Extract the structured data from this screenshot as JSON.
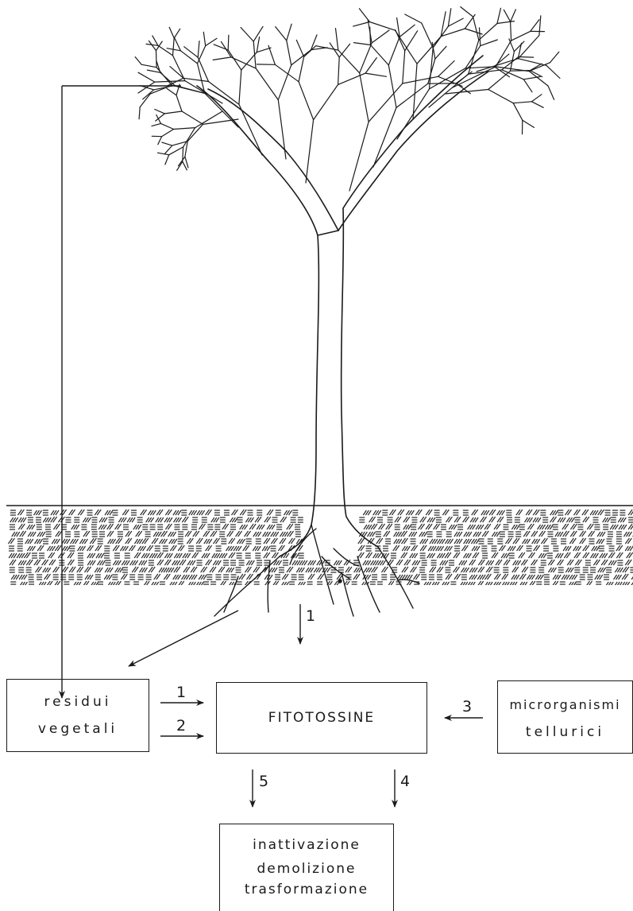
{
  "boxes": {
    "residui": {
      "line1": "residui",
      "line2": "vegetali"
    },
    "fitotossine": {
      "label": "FITOTOSSINE"
    },
    "microrganismi": {
      "line1": "microrganismi",
      "line2": "tellurici"
    },
    "esiti": {
      "line1": "inattivazione",
      "line2": "demolizione",
      "line3": "trasformazione"
    }
  },
  "labels": {
    "root_to_fitotossine": "1",
    "residui_to_fitotossine_a": "1",
    "residui_to_fitotossine_b": "2",
    "microrganismi_to_fitotossine": "3",
    "fitotossine_to_esiti_right": "4",
    "fitotossine_to_esiti_left": "5"
  },
  "colors": {
    "ink": "#1a1a1a"
  }
}
